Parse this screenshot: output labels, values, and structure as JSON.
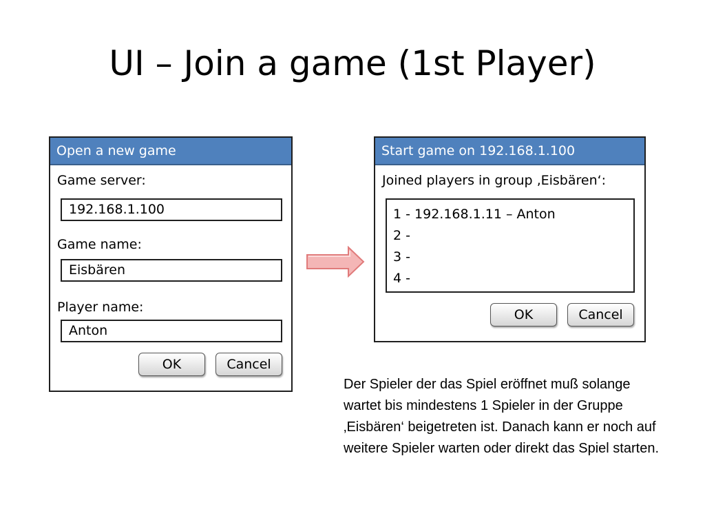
{
  "slide": {
    "title": "UI – Join a game (1st Player)"
  },
  "dialog_new_game": {
    "title": "Open a new game",
    "server_label": "Game server:",
    "server_value": "192.168.1.100",
    "game_name_label": "Game name:",
    "game_name_value": "Eisbären",
    "player_name_label": "Player name:",
    "player_name_value": "Anton",
    "ok_label": "OK",
    "cancel_label": "Cancel"
  },
  "dialog_start_game": {
    "title": "Start game on 192.168.1.100",
    "players_label": "Joined players in group ‚Eisbären‘:",
    "players": [
      "1 - 192.168.1.11 – Anton",
      "2 -",
      "3 -",
      "4 -"
    ],
    "ok_label": "OK",
    "cancel_label": "Cancel"
  },
  "note": {
    "text": "Der Spieler der das Spiel eröffnet muß solange wartet bis mindestens 1 Spieler in der Gruppe ‚Eisbären‘ beigetreten ist. Danach kann er noch auf weitere Spieler warten oder direkt das Spiel starten."
  },
  "colors": {
    "header": "#4f81bd",
    "arrow_fill": "#f4b6b6",
    "arrow_stroke": "#e07a7a"
  },
  "icons": {
    "flow_arrow": "right-arrow-icon"
  }
}
